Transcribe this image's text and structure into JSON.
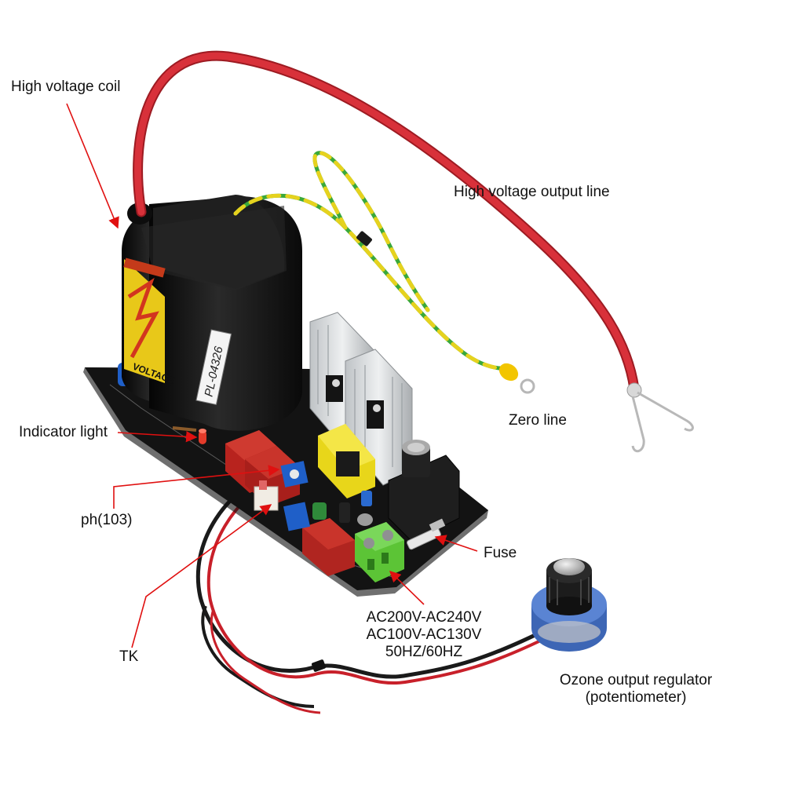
{
  "labels": {
    "high_voltage_coil": "High voltage coil",
    "high_voltage_output_line": "High voltage output line",
    "zero_line": "Zero line",
    "indicator_light": "Indicator light",
    "ph103": "ph(103)",
    "fuse": "Fuse",
    "tk": "TK",
    "power_line1": "AC200V-AC240V",
    "power_line2": "AC100V-AC130V",
    "power_line3": "50HZ/60HZ",
    "regulator_line1": "Ozone output regulator",
    "regulator_line2": "(potentiometer)"
  },
  "component_text": {
    "coil_model": "PL-04326",
    "coil_warning": "VOLTAGE"
  },
  "colors": {
    "arrow": "#e01010",
    "pcb": "#1b1b1b",
    "coil_body": "#141414",
    "hv_wire": "#d8313a",
    "ground_wire_green": "#3aa83a",
    "ground_wire_yellow": "#e6d21e",
    "capacitor": "#b8231e",
    "trimpot": "#1f5fc8",
    "terminal_block": "#5cc436",
    "knob": "#1c1c1c",
    "knob_cap": "#c9c9c9"
  }
}
